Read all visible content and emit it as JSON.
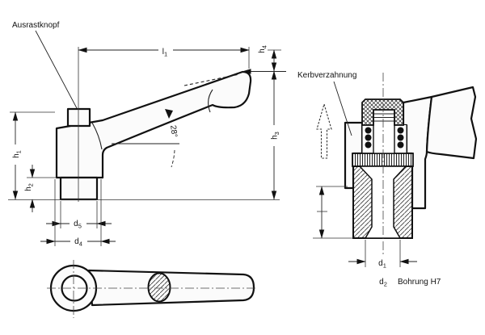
{
  "labels": {
    "ausrastknopf": "Ausrastknopf",
    "kerbverzahnung": "Kerbverzahnung",
    "bohrung": "Bohrung H7",
    "angle": "28°"
  },
  "dims": {
    "l1": {
      "main": "l",
      "sub": "1"
    },
    "h4": {
      "main": "h",
      "sub": "4"
    },
    "h3": {
      "main": "h",
      "sub": "3"
    },
    "h1": {
      "main": "h",
      "sub": "1"
    },
    "h2": {
      "main": "h",
      "sub": "2"
    },
    "d5": {
      "main": "d",
      "sub": "5"
    },
    "d4": {
      "main": "d",
      "sub": "4"
    },
    "d1": {
      "main": "d",
      "sub": "1"
    },
    "d2": {
      "main": "d",
      "sub": "2"
    }
  },
  "colors": {
    "line": "#111111",
    "dimension_line": "#222222",
    "body_fill": "#fbfbfb",
    "background": "#ffffff"
  }
}
